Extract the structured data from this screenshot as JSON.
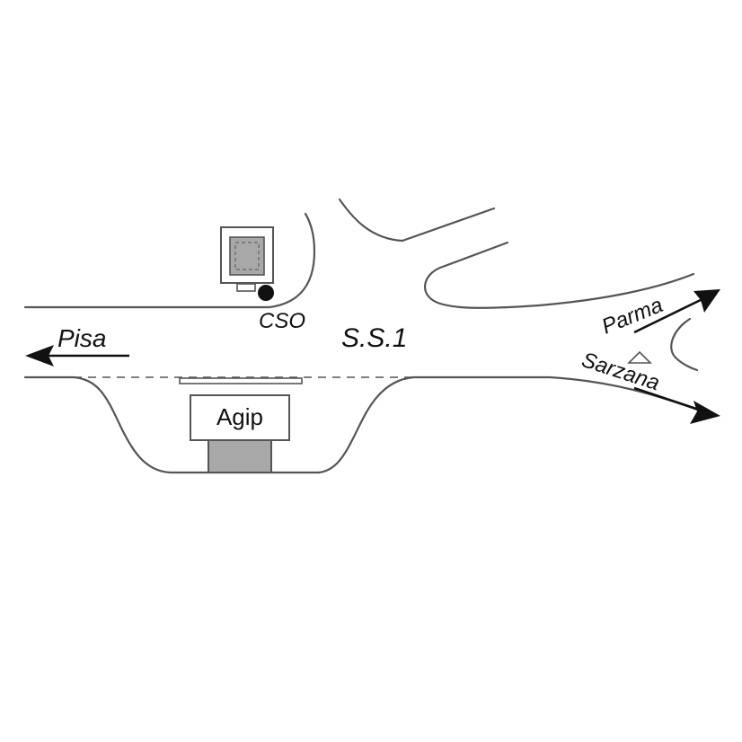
{
  "map": {
    "labels": {
      "pisa": "Pisa",
      "cso": "CSO",
      "ss1": "S.S.1",
      "parma": "Parma",
      "sarzana": "Sarzana",
      "agip": "Agip"
    },
    "colors": {
      "road": "#555555",
      "ink": "#111111",
      "fill_gray": "#a8a8a8",
      "building_fill": "#f0f0f0"
    }
  }
}
